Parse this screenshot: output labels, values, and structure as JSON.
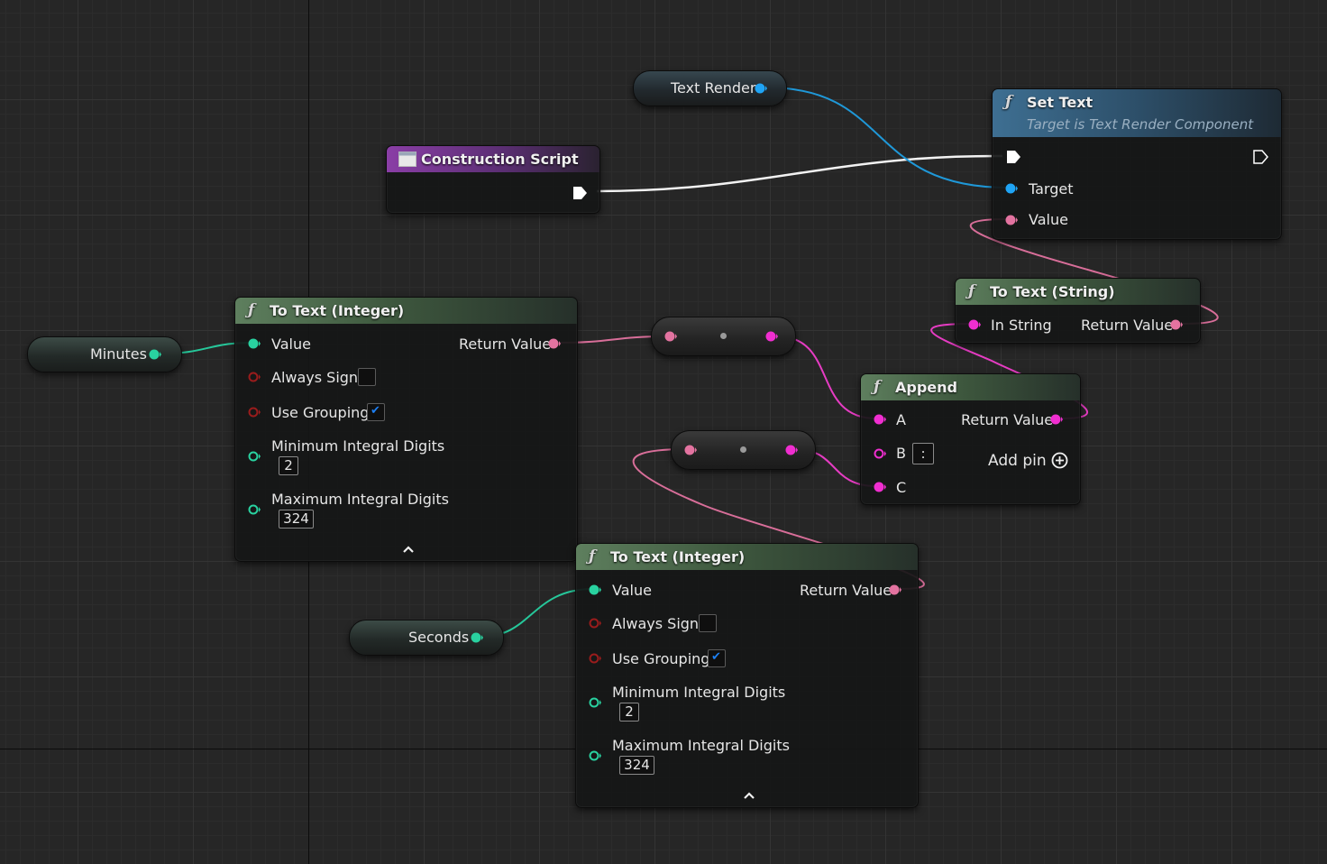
{
  "construction_script": {
    "title": "Construction Script",
    "header_color": "#8a3ea6"
  },
  "set_text": {
    "title": "Set Text",
    "subtitle": "Target is Text Render Component",
    "pins": {
      "target": "Target",
      "value": "Value"
    }
  },
  "text_render_var": {
    "label": "Text Render",
    "pin_color": "#1fa4f5"
  },
  "to_text_string": {
    "title": "To Text (String)",
    "pins": {
      "in": "In String",
      "out": "Return Value"
    }
  },
  "append": {
    "title": "Append",
    "pins": {
      "a": "A",
      "b": "B",
      "c": "C",
      "out": "Return Value"
    },
    "b_value": ":",
    "add_pin": "Add pin"
  },
  "to_text_int_1": {
    "title": "To Text (Integer)",
    "pins": {
      "value": "Value",
      "out": "Return Value",
      "always_sign": "Always Sign",
      "use_grouping": "Use Grouping",
      "min_digits": "Minimum Integral Digits",
      "max_digits": "Maximum Integral Digits"
    },
    "always_sign_checked": false,
    "use_grouping_checked": true,
    "min_value": "2",
    "max_value": "324"
  },
  "to_text_int_2": {
    "title": "To Text (Integer)",
    "pins": {
      "value": "Value",
      "out": "Return Value",
      "always_sign": "Always Sign",
      "use_grouping": "Use Grouping",
      "min_digits": "Minimum Integral Digits",
      "max_digits": "Maximum Integral Digits"
    },
    "always_sign_checked": false,
    "use_grouping_checked": true,
    "min_value": "2",
    "max_value": "324"
  },
  "minutes_var": {
    "label": "Minutes"
  },
  "seconds_var": {
    "label": "Seconds"
  },
  "colors": {
    "int_pin": "#29d2a0",
    "text_pin": "#e373a0",
    "string_pin": "#f02ed0",
    "object_pin": "#1fa4f5",
    "bool_pin": "#8c1a1a",
    "exec": "#ffffff"
  }
}
